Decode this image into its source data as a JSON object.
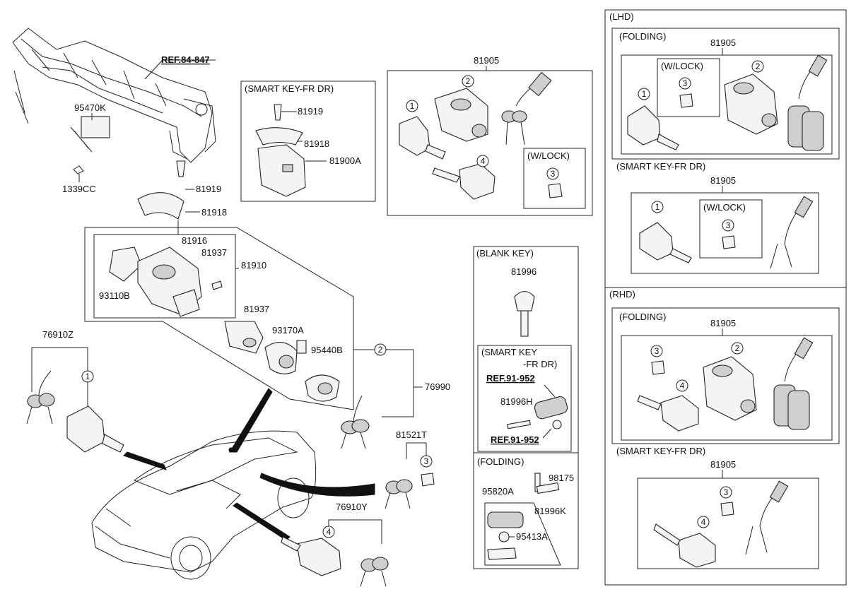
{
  "ref_top": "REF.84-847",
  "labels": {
    "p95470K": "95470K",
    "p1339CC": "1339CC",
    "p81919a": "81919",
    "p81918a": "81918",
    "p81916": "81916",
    "p81937a": "81937",
    "p81910": "81910",
    "p93110B": "93110B",
    "p81937b": "81937",
    "p93170A": "93170A",
    "p95440B": "95440B",
    "p76910Z": "76910Z",
    "p76990": "76990",
    "p81521T": "81521T",
    "p76910Y": "76910Y"
  },
  "smart_key_box": {
    "title": "(SMART KEY-FR DR)",
    "p81919": "81919",
    "p81918": "81918",
    "p81900A": "81900A"
  },
  "main_set": {
    "title": "81905",
    "wlock": "(W/LOCK)"
  },
  "blank_key": {
    "title": "(BLANK KEY)",
    "p81996": "81996",
    "smart_title1": "(SMART KEY",
    "smart_title2": "-FR DR)",
    "ref1": "REF.91-952",
    "p81996H": "81996H",
    "ref2": "REF.91-952",
    "folding_title": "(FOLDING)",
    "p98175": "98175",
    "p95820A": "95820A",
    "p81996K": "81996K",
    "p95413A": "95413A"
  },
  "right_panel": {
    "lhd": "(LHD)",
    "rhd": "(RHD)",
    "folding": "(FOLDING)",
    "smart": "(SMART KEY-FR DR)",
    "p81905": "81905",
    "wlock": "(W/LOCK)"
  },
  "callouts": [
    "1",
    "2",
    "3",
    "4"
  ]
}
